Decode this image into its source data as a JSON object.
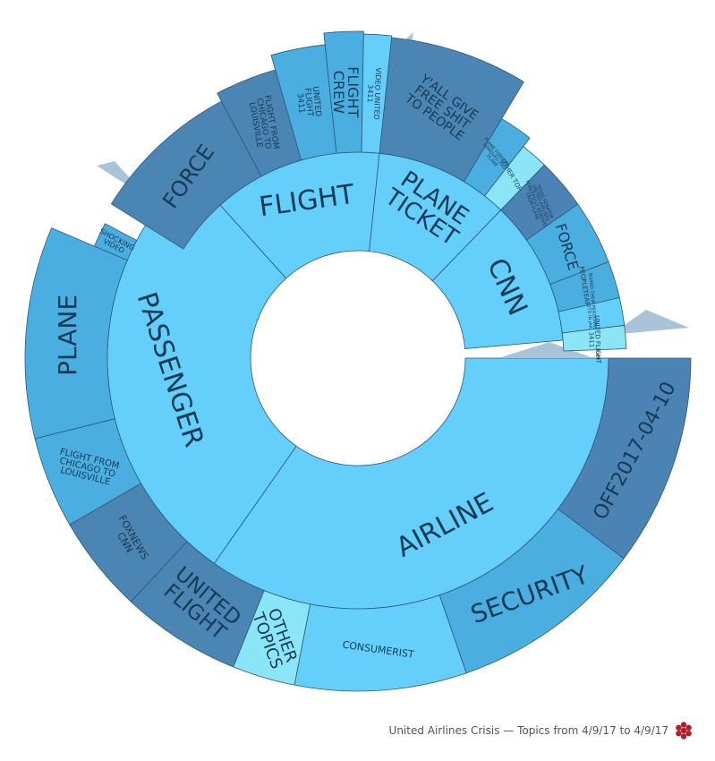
{
  "chart_data": {
    "type": "sunburst",
    "footer_text": "United Airlines Crisis — Topics from 4/9/17 to 4/9/17",
    "colors": {
      "light": "#65cffb",
      "mid": "#4aaee0",
      "dark": "#4a85b3",
      "darker": "#4c83b5",
      "pale": "#8ae6f7",
      "connector": "#a9c4d8"
    },
    "topics": [
      {
        "name": "AIRLINE",
        "subtopics": [
          {
            "name": "OFF2017-04-10"
          },
          {
            "name": "SECURITY"
          },
          {
            "name": "CONSUMERIST"
          }
        ]
      },
      {
        "name": "PASSENGER",
        "subtopics": [
          {
            "name": "OTHER TOPICS"
          },
          {
            "name": "UNITED FLIGHT"
          },
          {
            "name": "FOXNEWS CNN"
          },
          {
            "name": "FLIGHT FROM CHICAGO TO LOUISVILLE"
          },
          {
            "name": "PLANE"
          },
          {
            "name": "SHOCKING VIDEO"
          }
        ]
      },
      {
        "name": "FLIGHT",
        "subtopics": [
          {
            "name": "FORCE"
          },
          {
            "name": "FLIGHT FROM CHICAGO TO LOUISVILLE"
          },
          {
            "name": "UNITED FLIGHT 3411"
          },
          {
            "name": "FLIGHT CREW"
          },
          {
            "name": "VIDEO UNITED 3411"
          }
        ]
      },
      {
        "name": "PLANE TICKET",
        "subtopics": [
          {
            "name": "Y'ALL GIVE FREE SHIT TO PEOPLE"
          },
          {
            "name": "PLANE FORCEFULLY REMOVED FROM PLANE"
          },
          {
            "name": "OTHER TOPICS"
          }
        ]
      },
      {
        "name": "CNN",
        "subtopics": [
          {
            "name": "TEXAS SENATOR UNITED AIRLINES FORCEFULLY REMOVED FROM PLANE"
          },
          {
            "name": "FORCE"
          },
          {
            "name": "PEOPLETEAMS"
          },
          {
            "name": "BOARD THEIR PERSONNEL PASSENGER STO IN JAIL"
          },
          {
            "name": "UNITED FLIGHT 3411"
          }
        ]
      }
    ]
  }
}
